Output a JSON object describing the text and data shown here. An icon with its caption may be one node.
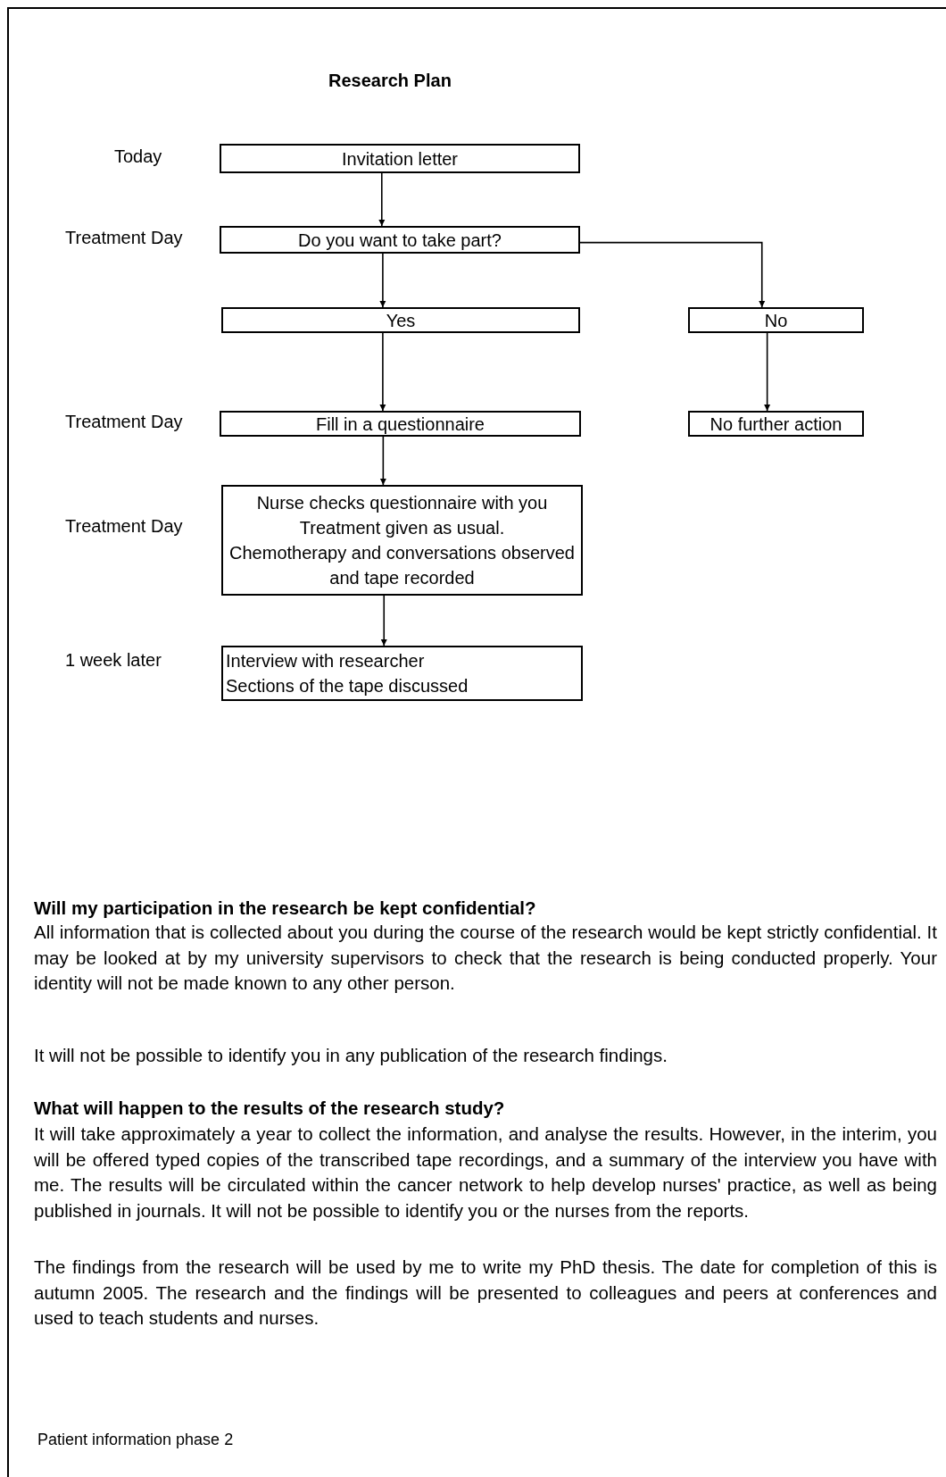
{
  "diagram": {
    "title": "Research Plan",
    "nodes": [
      {
        "text": [
          "Invitation letter"
        ],
        "beside": [
          "Today"
        ]
      },
      {
        "text": [
          "Do you want to take part?"
        ],
        "beside": [
          "Treatment Day"
        ]
      },
      {
        "text": [
          "Yes"
        ]
      },
      {
        "text": [
          "No"
        ]
      },
      {
        "text": [
          "Fill in a questionnaire"
        ],
        "beside": [
          "Treatment Day"
        ]
      },
      {
        "text": [
          "No further action"
        ]
      },
      {
        "text": [
          "Nurse checks questionnaire with you",
          "Treatment given as usual.",
          "Chemotherapy and conversations observed and tape recorded"
        ],
        "beside": [
          "Treatment Day"
        ]
      },
      {
        "text": [
          "Interview with researcher",
          "Sections of the tape discussed"
        ],
        "beside": [
          "1 week later"
        ]
      }
    ],
    "edges": [
      {
        "from": 0,
        "to": 1,
        "arrow": "to"
      },
      {
        "from": 1,
        "to": 2,
        "arrow": "to"
      },
      {
        "from": 1,
        "to": 3,
        "arrow": "to"
      },
      {
        "from": 2,
        "to": 4,
        "arrow": "to"
      },
      {
        "from": 3,
        "to": 5,
        "arrow": "to"
      },
      {
        "from": 4,
        "to": 6,
        "arrow": "to"
      },
      {
        "from": 6,
        "to": 7,
        "arrow": "to"
      }
    ],
    "labels": [
      "Will my participation in the research be kept confidential?",
      "All information that is collected about you during the course of the research would be kept strictly confidential. It may be looked at by my university supervisors to check that the research is being conducted properly. Your identity will not be made known to any other person.",
      "It will not be possible to identify you in any publication of the research findings.",
      "What will happen to the results of the research study?",
      "It will take approximately a year to collect the information, and analyse the results. However, in the interim, you will be offered typed copies of the transcribed tape recordings, and a summary of the interview you have with me. The results will be circulated within the cancer network to help develop nurses' practice, as well as being published in journals. It will not be possible to identify you or the nurses from the reports.",
      "The findings from the research will be used by me to write my PhD thesis. The date for completion of this is autumn 2005. The research and the findings will be presented to colleagues and peers at conferences and used to teach students and nurses.",
      "Patient information phase 2"
    ]
  }
}
